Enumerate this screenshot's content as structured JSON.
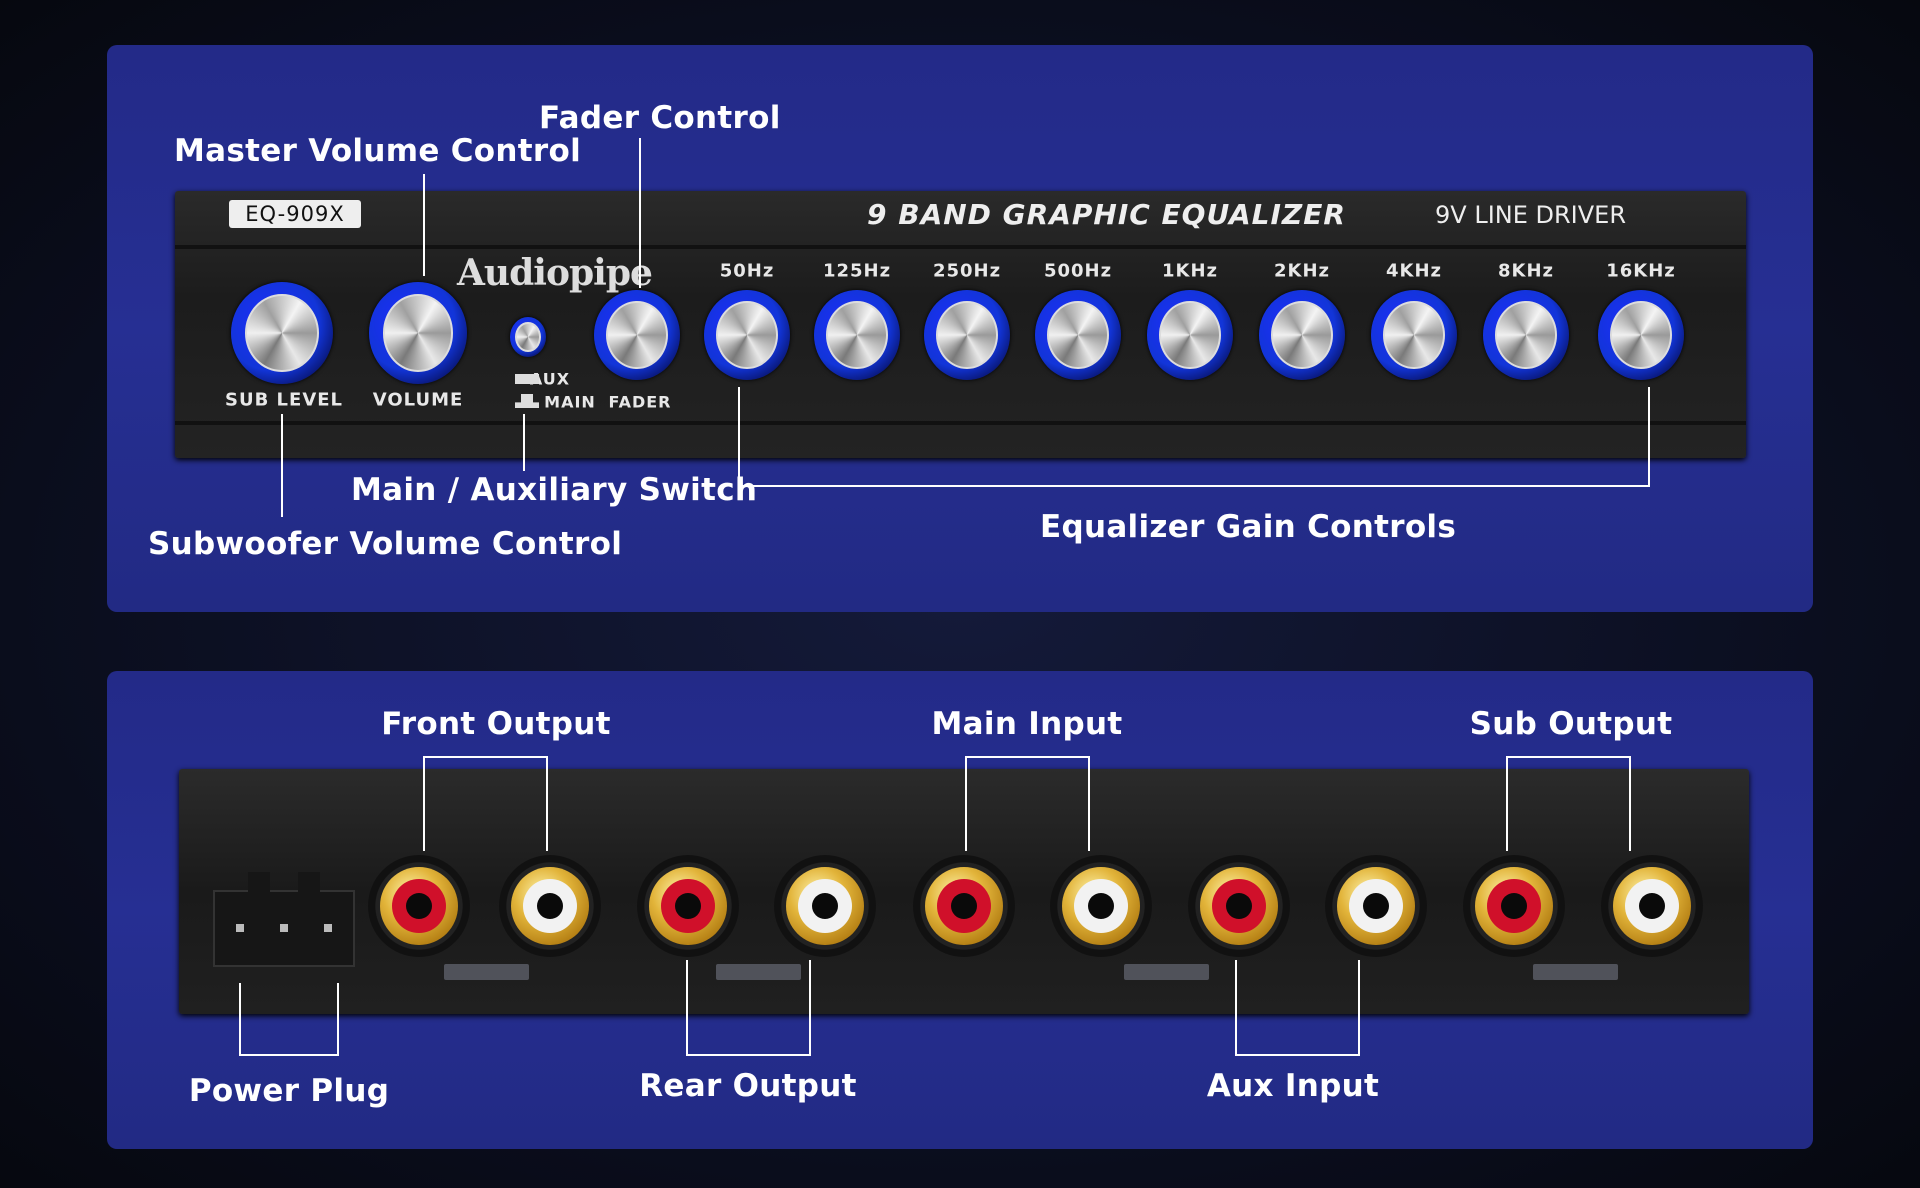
{
  "top_panel": {
    "labels": {
      "fader": "Fader Control",
      "master": "Master Volume Control",
      "switch": "Main / Auxiliary Switch",
      "sub": "Subwoofer Volume Control",
      "eq": "Equalizer Gain Controls"
    },
    "device": {
      "model": "EQ-909X",
      "title": "9 BAND GRAPHIC EQUALIZER",
      "subtitle": "9V LINE DRIVER",
      "brand": "Audiopipe",
      "sub_level": "SUB LEVEL",
      "volume": "VOLUME",
      "aux": "AUX",
      "main": "MAIN",
      "fader": "FADER",
      "bands": [
        "50Hz",
        "125Hz",
        "250Hz",
        "500Hz",
        "1KHz",
        "2KHz",
        "4KHz",
        "8KHz",
        "16KHz"
      ]
    }
  },
  "bottom_panel": {
    "labels": {
      "front": "Front Output",
      "main_in": "Main Input",
      "sub_out": "Sub Output",
      "power": "Power Plug",
      "rear": "Rear Output",
      "aux_in": "Aux Input"
    },
    "jacks": [
      "red",
      "white",
      "red",
      "white",
      "red",
      "white",
      "red",
      "white",
      "red",
      "white"
    ]
  },
  "colors": {
    "panel": "#252d8e",
    "knob_ring": "#1a35e0",
    "red": "#d0102a",
    "white": "#f2f2f2"
  }
}
